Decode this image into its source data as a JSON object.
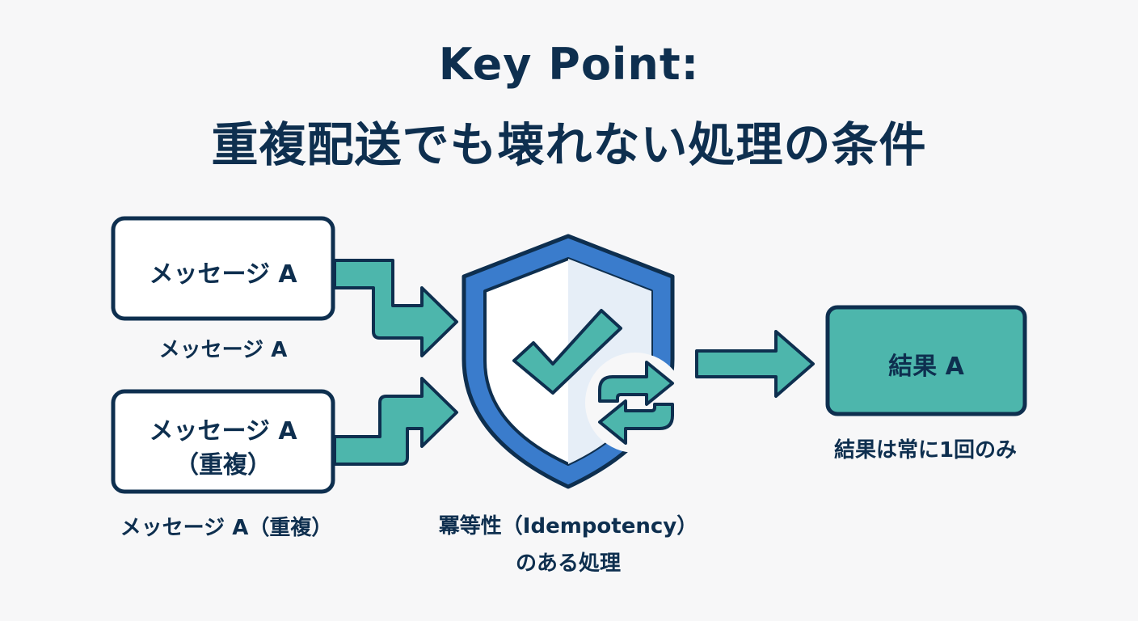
{
  "title": {
    "line1": "Key Point:",
    "line2": "重複配送でも壊れない処理の条件"
  },
  "message1": {
    "box_label": "メッセージ A",
    "caption": "メッセージ A"
  },
  "message2": {
    "box_label_line1": "メッセージ A",
    "box_label_line2": "（重複）",
    "caption": "メッセージ A（重複）"
  },
  "processing": {
    "caption_line1": "冪等性（Idempotency）",
    "caption_line2": "のある処理"
  },
  "result": {
    "box_label": "結果 A",
    "caption": "結果は常に1回のみ"
  },
  "colors": {
    "navy": "#0e2f4f",
    "teal": "#4db6ac",
    "shield_blue": "#3a7ccc",
    "background": "#f7f7f8"
  },
  "icons": [
    "shield-icon",
    "check-icon",
    "refresh-icon",
    "arrow-right-icon"
  ]
}
